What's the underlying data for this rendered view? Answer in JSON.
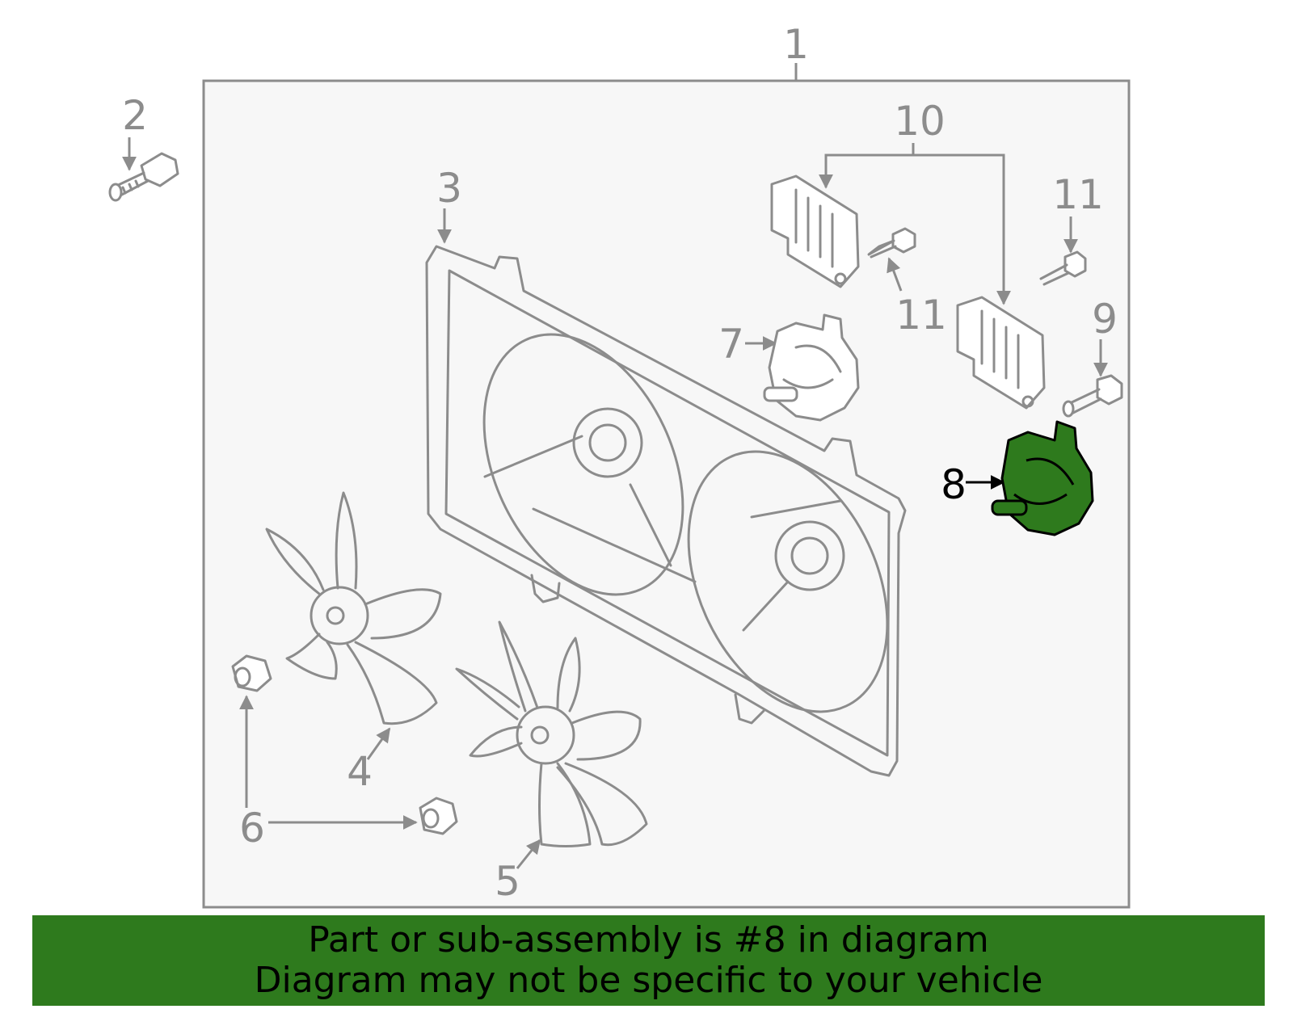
{
  "callouts": {
    "c1": "1",
    "c2": "2",
    "c3": "3",
    "c4": "4",
    "c5": "5",
    "c6": "6",
    "c7": "7",
    "c8": "8",
    "c9": "9",
    "c10": "10",
    "c11a": "11",
    "c11b": "11"
  },
  "highlight": {
    "part_number": "8",
    "color": "#2e7a1d"
  },
  "banner": {
    "line1": "Part or sub-assembly is #8 in diagram",
    "line2": "Diagram may not be specific to your vehicle",
    "background": "#2e7a1d"
  }
}
